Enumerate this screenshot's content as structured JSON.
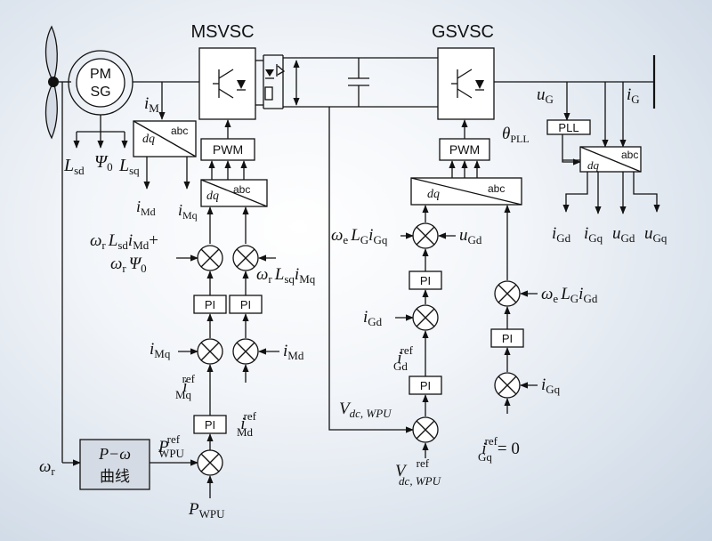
{
  "titles": {
    "msvsc": "MSVSC",
    "gsvsc": "GSVSC"
  },
  "generator": {
    "line1": "PM",
    "line2": "SG"
  },
  "blocks": {
    "pwm": "PWM",
    "pi": "PI",
    "pll": "PLL",
    "dq": "dq",
    "abc": "abc",
    "curve_top": "P−ω",
    "curve_bottom": "曲线"
  },
  "symbols": {
    "L": "L",
    "psi": "Ψ",
    "i": "i",
    "u": "u",
    "V": "V",
    "omega": "ω",
    "P": "P",
    "theta": "θ",
    "plus": "+",
    "eq_zero": "= 0",
    "sub_sd": "sd",
    "sub_sq": "sq",
    "sub_0": "0",
    "sub_M": "M",
    "sub_Md": "Md",
    "sub_Mq": "Mq",
    "sub_Gd": "Gd",
    "sub_Gq": "Gq",
    "sub_G": "G",
    "sub_r": "r",
    "sub_e": "e",
    "sub_PLL": "PLL",
    "sub_WPU": "WPU",
    "sub_dcWPU": "dc, WPU",
    "sup_ref": "ref"
  }
}
